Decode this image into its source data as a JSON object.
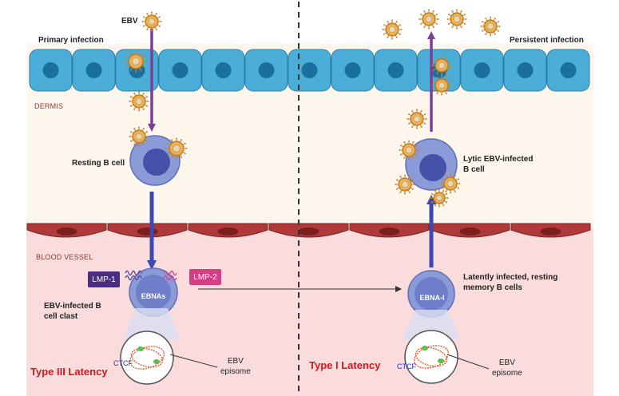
{
  "labels": {
    "ebv": "EBV",
    "primary_infection": "Primary infection",
    "persistent_infection": "Persistent infection",
    "dermis": "DERMIS",
    "blood_vessel": "BLOOD VESSEL",
    "resting_b_cell": "Resting B cell",
    "lytic_cell": "Lytic EBV-infected\nB cell",
    "latent_cell": "Latently infected, resting\nmemory B cells",
    "infected_clast": "EBV-infected B\ncell clast",
    "lmp1": "LMP-1",
    "lmp2": "LMP-2",
    "ebnas": "EBNAs",
    "ebna1": "EBNA-I",
    "ctcf_left": "CTCF",
    "ctcf_right": "CTCF",
    "episome_left": "EBV\nepisome",
    "episome_right": "EBV\nepisome",
    "type3": "Type III Latency",
    "type1": "Type I Latency"
  },
  "colors": {
    "epithelium": "#4aaed9",
    "nucleus": "#1a6f9f",
    "dermis_bg": "#fdf6ec",
    "blood_bg": "#fbdcdc",
    "endothelium": "#b03a3a",
    "b_cell": "#8b9bd8",
    "b_cell_nucleus": "#4550a8",
    "arrow_purple": "#7b3f99",
    "arrow_blue": "#3c4ab0",
    "lmp1_box": "#4a2c82",
    "lmp2_box": "#d43e83",
    "latency_text": "#d0171c",
    "virus": "#f0b24a"
  },
  "icons": [
    "virus-icon",
    "b-cell-icon",
    "episome-icon"
  ]
}
